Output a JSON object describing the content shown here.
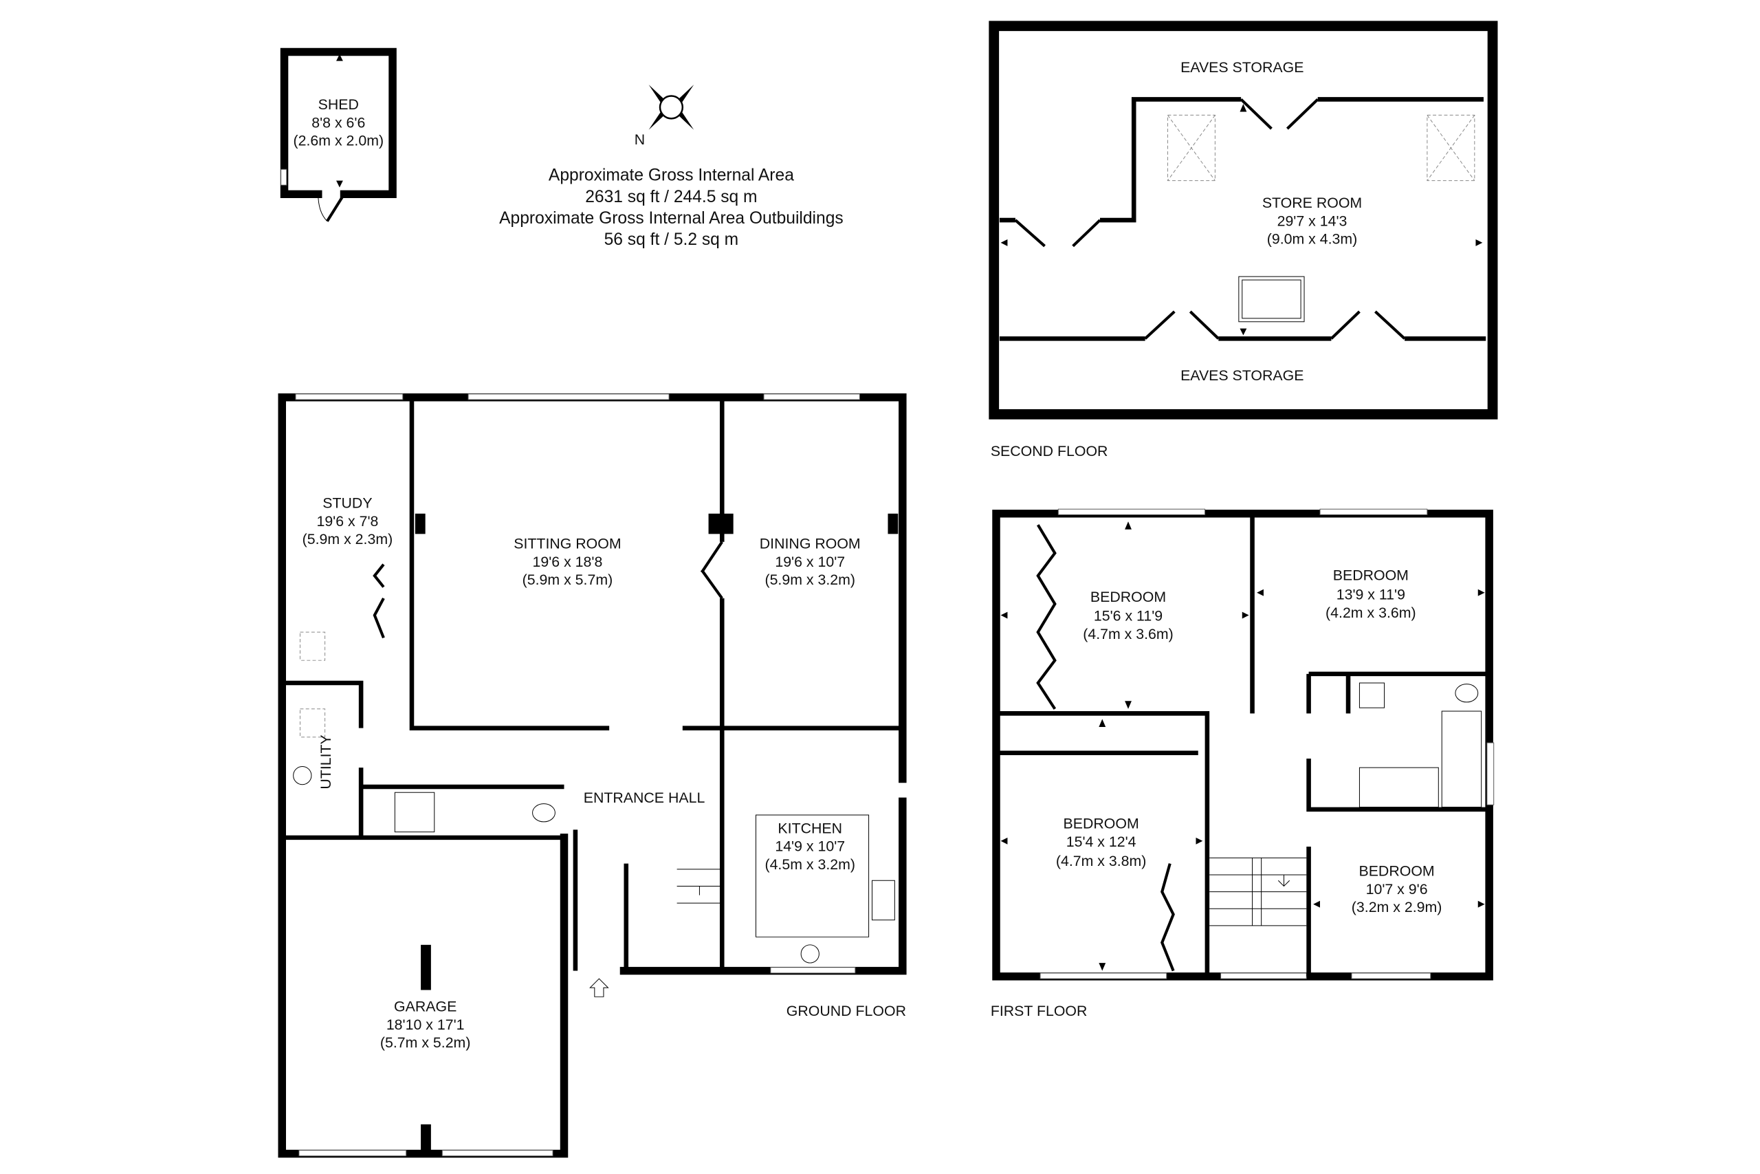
{
  "compass": {
    "north_label": "N"
  },
  "area_summary": {
    "line1": "Approximate Gross Internal Area",
    "line2": "2631 sq ft / 244.5 sq m",
    "line3": "Approximate Gross Internal Area Outbuildings",
    "line4": "56 sq ft / 5.2 sq m"
  },
  "shed": {
    "name": "SHED",
    "imperial": "8'8 x 6'6",
    "metric": "(2.6m x 2.0m)"
  },
  "second_floor": {
    "label": "SECOND FLOOR",
    "eaves_top": "EAVES STORAGE",
    "eaves_bottom": "EAVES STORAGE",
    "store_room": {
      "name": "STORE ROOM",
      "imperial": "29'7 x 14'3",
      "metric": "(9.0m x 4.3m)"
    }
  },
  "first_floor": {
    "label": "FIRST FLOOR",
    "rooms": [
      {
        "name": "BEDROOM",
        "imperial": "15'6 x 11'9",
        "metric": "(4.7m x 3.6m)"
      },
      {
        "name": "BEDROOM",
        "imperial": "13'9 x 11'9",
        "metric": "(4.2m x 3.6m)"
      },
      {
        "name": "BEDROOM",
        "imperial": "15'4 x 12'4",
        "metric": "(4.7m x 3.8m)"
      },
      {
        "name": "BEDROOM",
        "imperial": "10'7 x 9'6",
        "metric": "(3.2m x 2.9m)"
      }
    ]
  },
  "ground_floor": {
    "label": "GROUND FLOOR",
    "study": {
      "name": "STUDY",
      "imperial": "19'6 x 7'8",
      "metric": "(5.9m x 2.3m)"
    },
    "sitting_room": {
      "name": "SITTING ROOM",
      "imperial": "19'6 x 18'8",
      "metric": "(5.9m x 5.7m)"
    },
    "dining_room": {
      "name": "DINING ROOM",
      "imperial": "19'6 x 10'7",
      "metric": "(5.9m x 3.2m)"
    },
    "utility": {
      "name": "UTILITY"
    },
    "entrance_hall": {
      "name": "ENTRANCE HALL"
    },
    "kitchen": {
      "name": "KITCHEN",
      "imperial": "14'9 x 10'7",
      "metric": "(4.5m x 3.2m)"
    },
    "garage": {
      "name": "GARAGE",
      "imperial": "18'10 x 17'1",
      "metric": "(5.7m x 5.2m)"
    }
  }
}
